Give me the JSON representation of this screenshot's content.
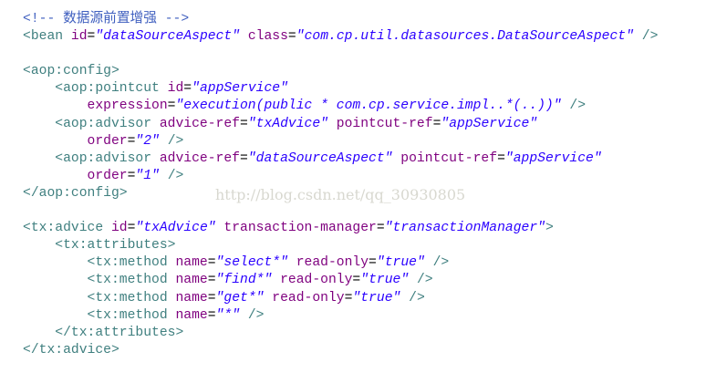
{
  "watermark": "http://blog.csdn.net/qq_30930805",
  "lines": [
    [
      [
        "com",
        "<!-- 数据源前置增强 -->"
      ]
    ],
    [
      [
        "tag",
        "<bean "
      ],
      [
        "attr",
        "id"
      ],
      [
        "eq",
        "="
      ],
      [
        "val",
        "\"dataSourceAspect\""
      ],
      [
        "eq",
        " "
      ],
      [
        "attr",
        "class"
      ],
      [
        "eq",
        "="
      ],
      [
        "val",
        "\"com.cp.util.datasources.DataSourceAspect\""
      ],
      [
        "tag",
        " />"
      ]
    ],
    [],
    [
      [
        "tag",
        "<aop:config>"
      ]
    ],
    [
      [
        "tag",
        "    <aop:pointcut "
      ],
      [
        "attr",
        "id"
      ],
      [
        "eq",
        "="
      ],
      [
        "val",
        "\"appService\""
      ]
    ],
    [
      [
        "eq",
        "        "
      ],
      [
        "attr",
        "expression"
      ],
      [
        "eq",
        "="
      ],
      [
        "val",
        "\"execution(public * com.cp.service.impl..*(..))\""
      ],
      [
        "tag",
        " />"
      ]
    ],
    [
      [
        "tag",
        "    <aop:advisor "
      ],
      [
        "attr",
        "advice-ref"
      ],
      [
        "eq",
        "="
      ],
      [
        "val",
        "\"txAdvice\""
      ],
      [
        "eq",
        " "
      ],
      [
        "attr",
        "pointcut-ref"
      ],
      [
        "eq",
        "="
      ],
      [
        "val",
        "\"appService\""
      ]
    ],
    [
      [
        "eq",
        "        "
      ],
      [
        "attr",
        "order"
      ],
      [
        "eq",
        "="
      ],
      [
        "val",
        "\"2\""
      ],
      [
        "tag",
        " />"
      ]
    ],
    [
      [
        "tag",
        "    <aop:advisor "
      ],
      [
        "attr",
        "advice-ref"
      ],
      [
        "eq",
        "="
      ],
      [
        "val",
        "\"dataSourceAspect\""
      ],
      [
        "eq",
        " "
      ],
      [
        "attr",
        "pointcut-ref"
      ],
      [
        "eq",
        "="
      ],
      [
        "val",
        "\"appService\""
      ]
    ],
    [
      [
        "eq",
        "        "
      ],
      [
        "attr",
        "order"
      ],
      [
        "eq",
        "="
      ],
      [
        "val",
        "\"1\""
      ],
      [
        "tag",
        " />"
      ]
    ],
    [
      [
        "tag",
        "</aop:config>"
      ]
    ],
    [],
    [
      [
        "tag",
        "<tx:advice "
      ],
      [
        "attr",
        "id"
      ],
      [
        "eq",
        "="
      ],
      [
        "val",
        "\"txAdvice\""
      ],
      [
        "eq",
        " "
      ],
      [
        "attr",
        "transaction-manager"
      ],
      [
        "eq",
        "="
      ],
      [
        "val",
        "\"transactionManager\""
      ],
      [
        "tag",
        ">"
      ]
    ],
    [
      [
        "tag",
        "    <tx:attributes>"
      ]
    ],
    [
      [
        "tag",
        "        <tx:method "
      ],
      [
        "attr",
        "name"
      ],
      [
        "eq",
        "="
      ],
      [
        "val",
        "\"select*\""
      ],
      [
        "eq",
        " "
      ],
      [
        "attr",
        "read-only"
      ],
      [
        "eq",
        "="
      ],
      [
        "val",
        "\"true\""
      ],
      [
        "tag",
        " />"
      ]
    ],
    [
      [
        "tag",
        "        <tx:method "
      ],
      [
        "attr",
        "name"
      ],
      [
        "eq",
        "="
      ],
      [
        "val",
        "\"find*\""
      ],
      [
        "eq",
        " "
      ],
      [
        "attr",
        "read-only"
      ],
      [
        "eq",
        "="
      ],
      [
        "val",
        "\"true\""
      ],
      [
        "tag",
        " />"
      ]
    ],
    [
      [
        "tag",
        "        <tx:method "
      ],
      [
        "attr",
        "name"
      ],
      [
        "eq",
        "="
      ],
      [
        "val",
        "\"get*\""
      ],
      [
        "eq",
        " "
      ],
      [
        "attr",
        "read-only"
      ],
      [
        "eq",
        "="
      ],
      [
        "val",
        "\"true\""
      ],
      [
        "tag",
        " />"
      ]
    ],
    [
      [
        "tag",
        "        <tx:method "
      ],
      [
        "attr",
        "name"
      ],
      [
        "eq",
        "="
      ],
      [
        "val",
        "\"*\""
      ],
      [
        "tag",
        " />"
      ]
    ],
    [
      [
        "tag",
        "    </tx:attributes>"
      ]
    ],
    [
      [
        "tag",
        "</tx:advice>"
      ]
    ]
  ]
}
